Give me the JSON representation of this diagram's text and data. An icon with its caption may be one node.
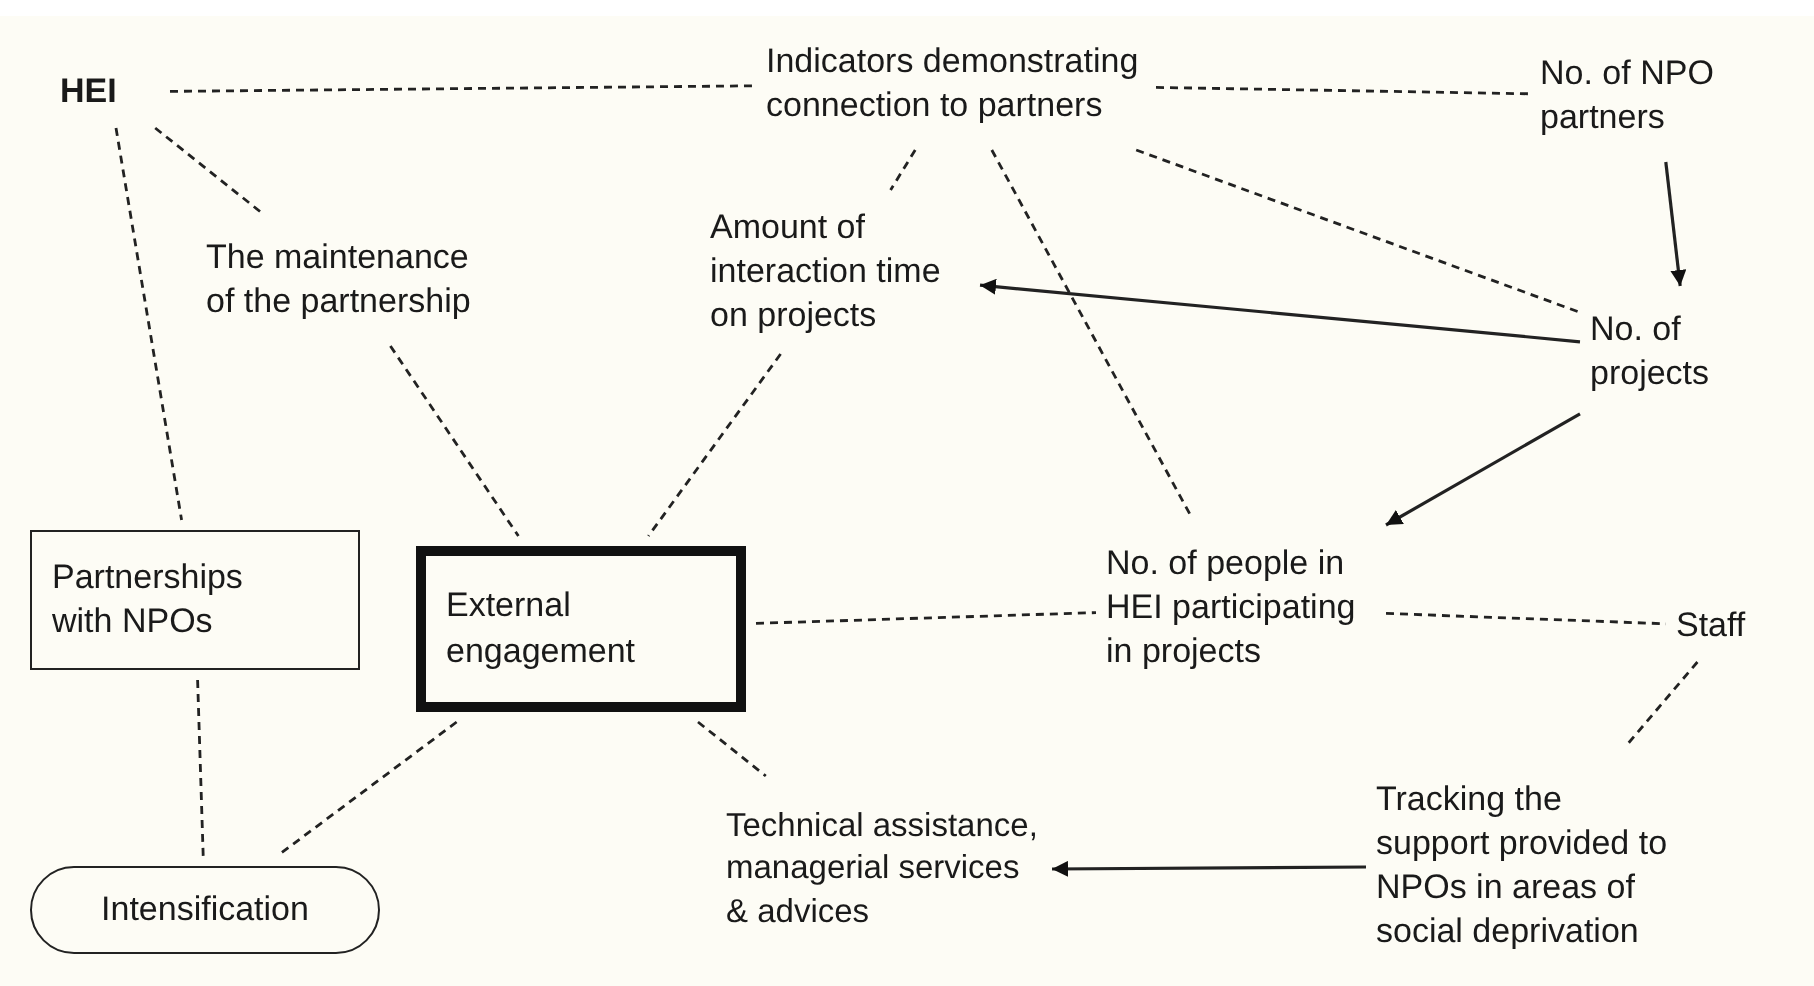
{
  "diagram": {
    "nodes": [
      {
        "text": [
          "HEI"
        ]
      },
      {
        "text": [
          "Indicators demonstrating connection to partners"
        ]
      },
      {
        "text": [
          "No. of NPO partners"
        ]
      },
      {
        "text": [
          "The maintenance of the partnership"
        ]
      },
      {
        "text": [
          "Amount of interaction time on projects"
        ]
      },
      {
        "text": [
          "No. of projects"
        ]
      },
      {
        "text": [
          "Partnerships with NPOs"
        ]
      },
      {
        "text": [
          "External engagement"
        ]
      },
      {
        "text": [
          "No. of people in HEI participating in projects"
        ]
      },
      {
        "text": [
          "Staff"
        ]
      },
      {
        "text": [
          "Technical assistance, managerial services & advices"
        ]
      },
      {
        "text": [
          "Tracking the support provided to NPOs in areas of social deprivation"
        ]
      },
      {
        "text": [
          "Intensification"
        ]
      }
    ],
    "edges": [
      {
        "from": 0,
        "to": 1,
        "arrow": "none",
        "style": "dashed"
      },
      {
        "from": 0,
        "to": 3,
        "arrow": "none",
        "style": "dashed"
      },
      {
        "from": 0,
        "to": 6,
        "arrow": "none",
        "style": "dashed"
      },
      {
        "from": 1,
        "to": 2,
        "arrow": "none",
        "style": "dashed"
      },
      {
        "from": 1,
        "to": 4,
        "arrow": "none",
        "style": "dashed"
      },
      {
        "from": 1,
        "to": 8,
        "arrow": "none",
        "style": "dashed"
      },
      {
        "from": 1,
        "to": 5,
        "arrow": "none",
        "style": "dashed"
      },
      {
        "from": 2,
        "to": 5,
        "arrow": "to"
      },
      {
        "from": 5,
        "to": 4,
        "arrow": "to"
      },
      {
        "from": 5,
        "to": 8,
        "arrow": "to"
      },
      {
        "from": 3,
        "to": 7,
        "arrow": "none",
        "style": "dashed"
      },
      {
        "from": 4,
        "to": 7,
        "arrow": "none",
        "style": "dashed"
      },
      {
        "from": 7,
        "to": 8,
        "arrow": "none",
        "style": "dashed"
      },
      {
        "from": 8,
        "to": 9,
        "arrow": "none",
        "style": "dashed"
      },
      {
        "from": 9,
        "to": 11,
        "arrow": "none",
        "style": "dashed"
      },
      {
        "from": 11,
        "to": 10,
        "arrow": "to"
      },
      {
        "from": 7,
        "to": 10,
        "arrow": "none",
        "style": "dashed"
      },
      {
        "from": 7,
        "to": 12,
        "arrow": "none",
        "style": "dashed"
      },
      {
        "from": 6,
        "to": 12,
        "arrow": "none",
        "style": "dashed"
      }
    ]
  }
}
